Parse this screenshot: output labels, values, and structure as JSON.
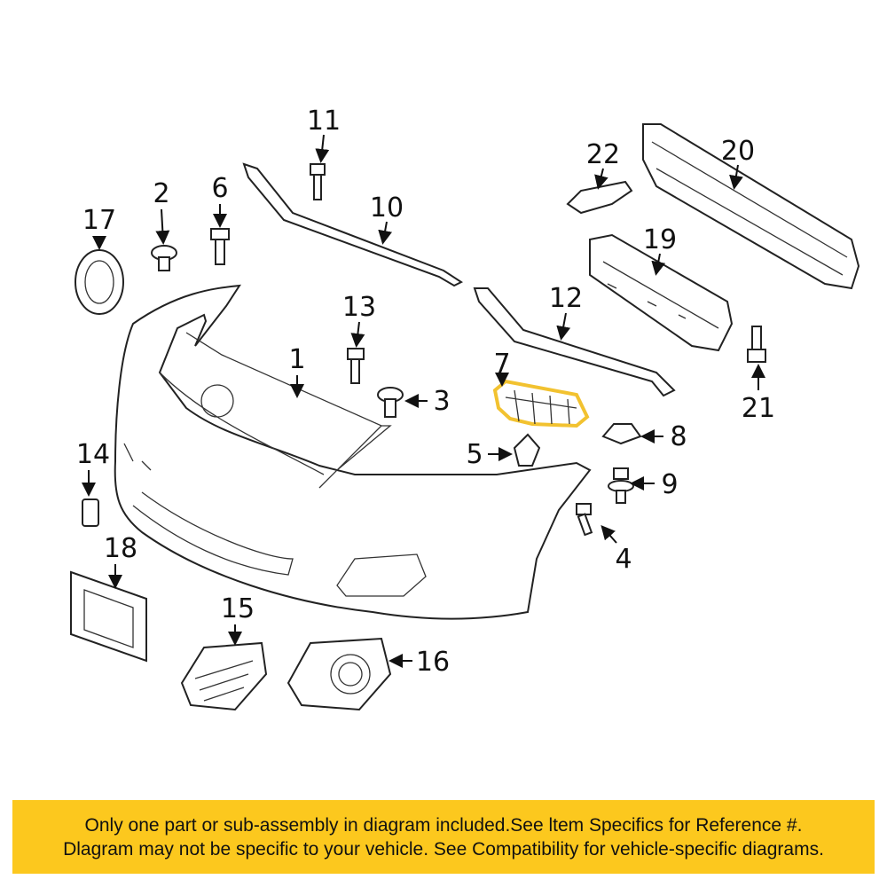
{
  "diagram": {
    "callouts": [
      "1",
      "2",
      "3",
      "4",
      "5",
      "6",
      "7",
      "8",
      "9",
      "10",
      "11",
      "12",
      "13",
      "14",
      "15",
      "16",
      "17",
      "18",
      "19",
      "20",
      "21",
      "22"
    ],
    "highlighted_part": "7",
    "highlight_color": "#f2c230"
  },
  "banner": {
    "line1": "Only one part or sub-assembly in diagram included.See ltem Specifics for Reference #.",
    "line2": "Dlagram may not be specific to your vehicle. See Compatibility for vehicle-specific diagrams.",
    "color": "#fcc81e"
  }
}
